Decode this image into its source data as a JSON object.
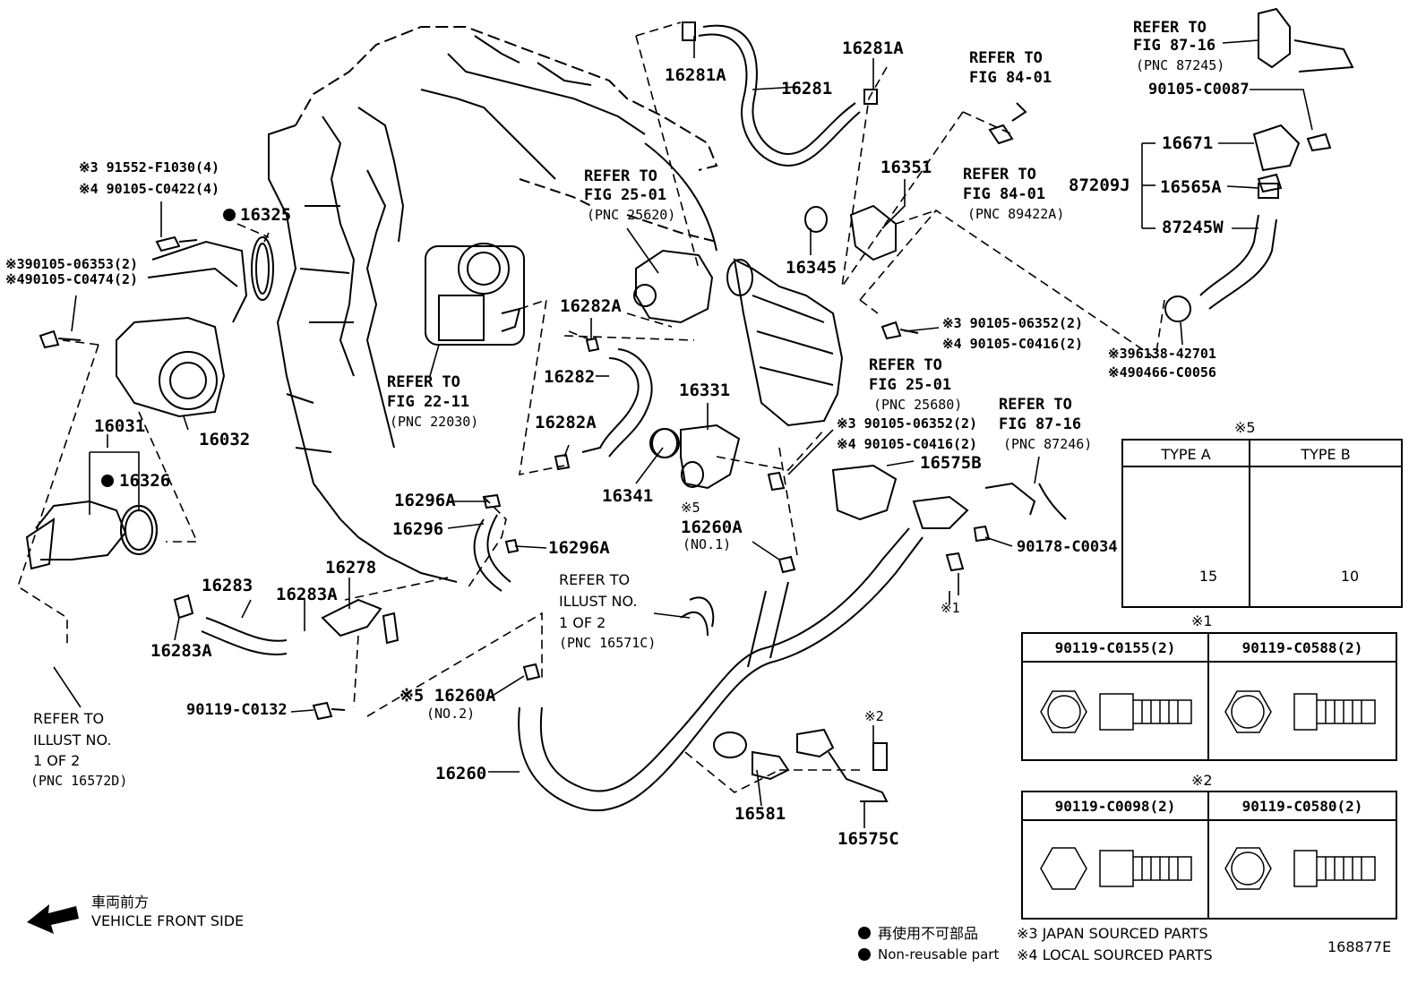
{
  "labels": {
    "p16281A_a": "16281A",
    "p16281A_b": "16281A",
    "p16281": "16281",
    "ref8401a": "REFER TO",
    "ref8401a2": "FIG 84-01",
    "ref8401b": "REFER TO",
    "ref8401b2": "FIG 84-01",
    "ref8401b3": "(PNC 89422A)",
    "ref8716a": "REFER TO",
    "ref8716a2": "FIG 87-16",
    "ref8716a3": "(PNC 87245)",
    "p90105C0087": "90105-C0087",
    "p16671": "16671",
    "p87209J": "87209J",
    "p16565A": "16565A",
    "p87245W": "87245W",
    "p16351": "16351",
    "p16345": "16345",
    "ref2501a": "REFER TO",
    "ref2501a2": "FIG 25-01",
    "ref2501a3": "(PNC 25620)",
    "n3_91552": "※3 91552-F1030(4)",
    "n4_90105C0422": "※4 90105-C0422(4)",
    "p16325": "16325",
    "n3_90105_06353": "※390105-06353(2)",
    "n4_90105_C0474": "※490105-C0474(2)",
    "n3_90105_06352a": "※3 90105-06352(2)",
    "n4_90105_C0416a": "※4 90105-C0416(2)",
    "n3_96138": "※396138-42701",
    "n4_90466": "※490466-C0056",
    "p16282A_a": "16282A",
    "p16282": "16282",
    "p16282A_b": "16282A",
    "ref2211": "REFER TO",
    "ref2211b": "FIG 22-11",
    "ref2211c": "(PNC 22030)",
    "ref2501b": "REFER TO",
    "ref2501b2": "FIG 25-01",
    "ref2501b3": "(PNC 25680)",
    "n3_90105_06352b": "※3 90105-06352(2)",
    "n4_90105_C0416b": "※4 90105-C0416(2)",
    "ref8716b": "REFER TO",
    "ref8716b2": "FIG 87-16",
    "ref8716b3": "(PNC 87246)",
    "p16331": "16331",
    "p16341": "16341",
    "p16575B": "16575B",
    "p16031": "16031",
    "p16032": "16032",
    "p16326": "16326",
    "p16296A_a": "16296A",
    "p16296": "16296",
    "p16296A_b": "16296A",
    "n5_16260A": "※5",
    "p16260A_1": "16260A",
    "no1": "(NO.1)",
    "p90178": "90178-C0034",
    "n1_mark": "※1",
    "p16283": "16283",
    "p16283A_a": "16283A",
    "p16278": "16278",
    "p16283A_b": "16283A",
    "refIllA": "REFER TO",
    "refIllA2": "ILLUST NO.",
    "refIllA3": "1 OF 2",
    "refIllA4": "(PNC 16571C)",
    "p90119C0132": "90119-C0132",
    "n5_16260A_2": "※5 16260A",
    "no2": "(NO.2)",
    "refIllB": "REFER TO",
    "refIllB2": "ILLUST NO.",
    "refIllB3": "1 OF 2",
    "refIllB4": "(PNC 16572D)",
    "p16260": "16260",
    "n2_mark": "※2",
    "p16581": "16581",
    "p16575C": "16575C",
    "front_jp": "車両前方",
    "front_en": "VEHICLE FRONT SIDE",
    "legend_jp": "再使用不可部品",
    "legend_en": "Non-reusable part",
    "legend_3": "※3 JAPAN SOURCED PARTS",
    "legend_4": "※4 LOCAL SOURCED PARTS",
    "fig_id": "168877E"
  },
  "table5": {
    "mark": "※5",
    "type_a": "TYPE A",
    "type_b": "TYPE B",
    "dim_a": "15",
    "dim_b": "10"
  },
  "table1": {
    "mark": "※1",
    "col1": "90119-C0155(2)",
    "col2": "90119-C0588(2)"
  },
  "table2": {
    "mark": "※2",
    "col1": "90119-C0098(2)",
    "col2": "90119-C0580(2)"
  }
}
